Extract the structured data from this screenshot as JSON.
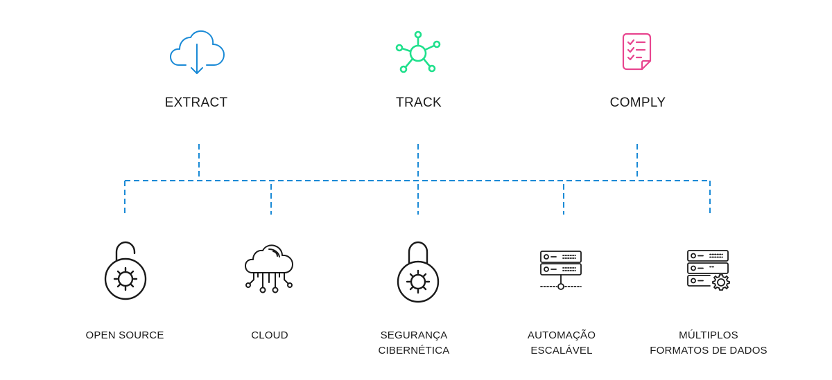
{
  "top": [
    {
      "label": "EXTRACT",
      "icon": "cloud-download-icon",
      "color": "#1a8ad6"
    },
    {
      "label": "TRACK",
      "icon": "network-hub-icon",
      "color": "#1fe08c"
    },
    {
      "label": "COMPLY",
      "icon": "checklist-icon",
      "color": "#e8458f"
    }
  ],
  "bottom": [
    {
      "lines": [
        "OPEN SOURCE"
      ],
      "icon": "open-padlock-icon"
    },
    {
      "lines": [
        "CLOUD"
      ],
      "icon": "cloud-circuit-icon"
    },
    {
      "lines": [
        "SEGURANÇA",
        "CIBERNÉTICA"
      ],
      "icon": "padlock-icon"
    },
    {
      "lines": [
        "AUTOMAÇÃO",
        "ESCALÁVEL"
      ],
      "icon": "server-network-icon"
    },
    {
      "lines": [
        "MÚLTIPLOS",
        "FORMATOS DE DADOS"
      ],
      "icon": "server-settings-icon"
    }
  ],
  "colors": {
    "connector": "#1a8ad6",
    "text": "#1a1a1a",
    "icon_stroke": "#1a1a1a"
  }
}
